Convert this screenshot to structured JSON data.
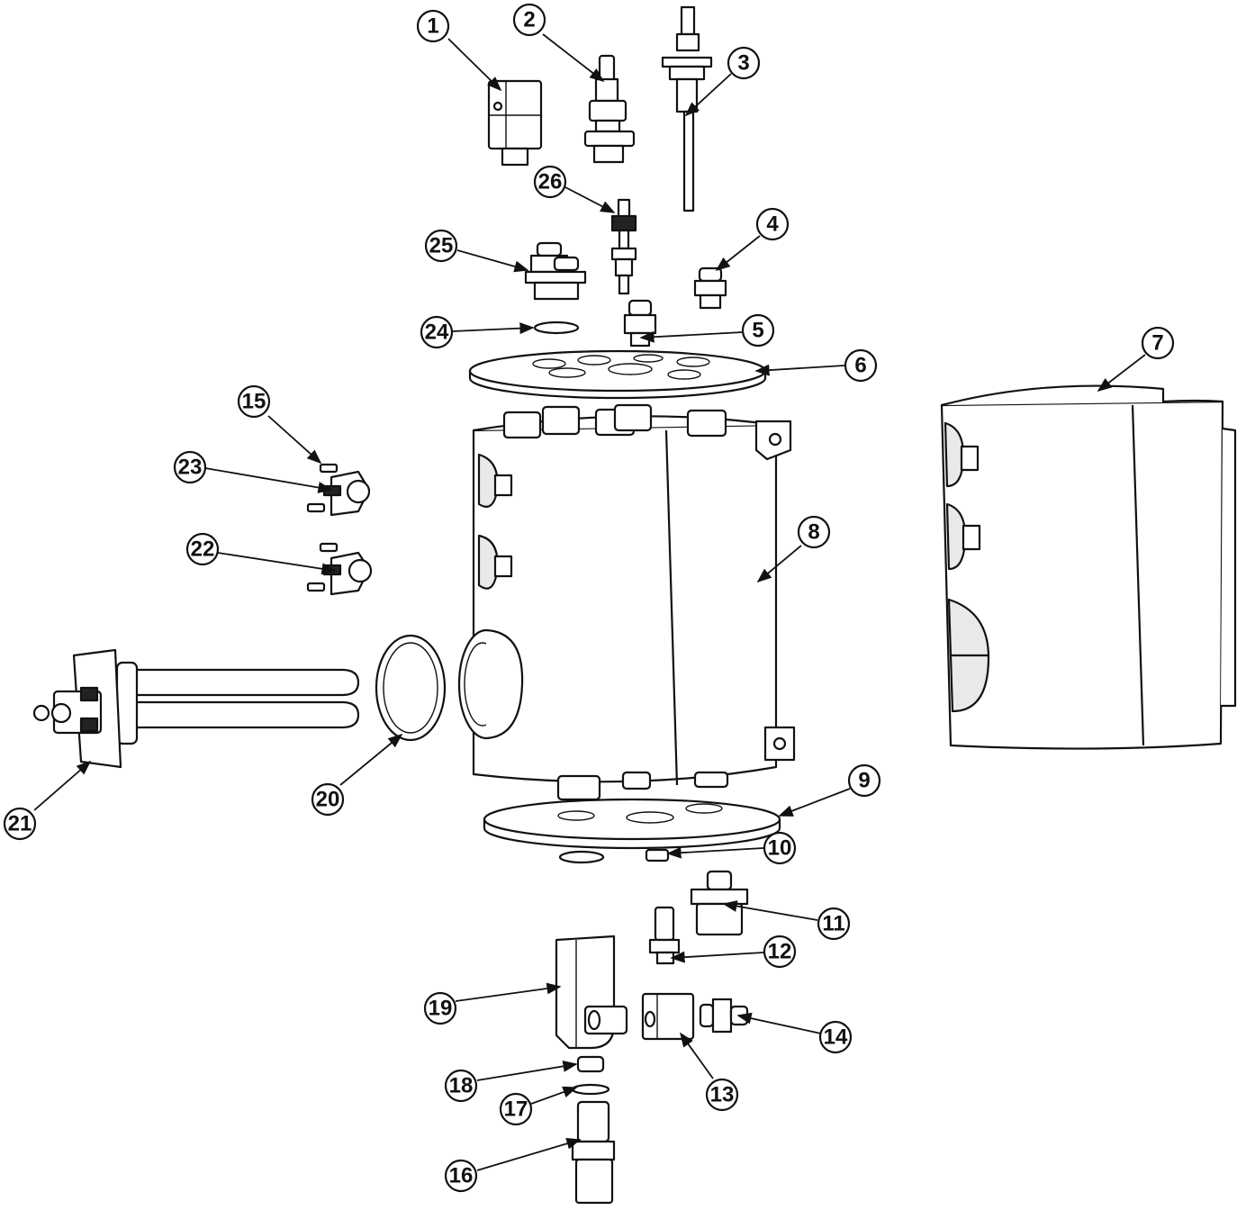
{
  "callouts": [
    {
      "label": "1"
    },
    {
      "label": "2"
    },
    {
      "label": "3"
    },
    {
      "label": "4"
    },
    {
      "label": "5"
    },
    {
      "label": "6"
    },
    {
      "label": "7"
    },
    {
      "label": "8"
    },
    {
      "label": "9"
    },
    {
      "label": "10"
    },
    {
      "label": "11"
    },
    {
      "label": "12"
    },
    {
      "label": "13"
    },
    {
      "label": "14"
    },
    {
      "label": "15"
    },
    {
      "label": "16"
    },
    {
      "label": "17"
    },
    {
      "label": "18"
    },
    {
      "label": "19"
    },
    {
      "label": "20"
    },
    {
      "label": "21"
    },
    {
      "label": "22"
    },
    {
      "label": "23"
    },
    {
      "label": "24"
    },
    {
      "label": "25"
    },
    {
      "label": "26"
    }
  ],
  "colors": {
    "line": "#111111",
    "background": "#ffffff"
  }
}
